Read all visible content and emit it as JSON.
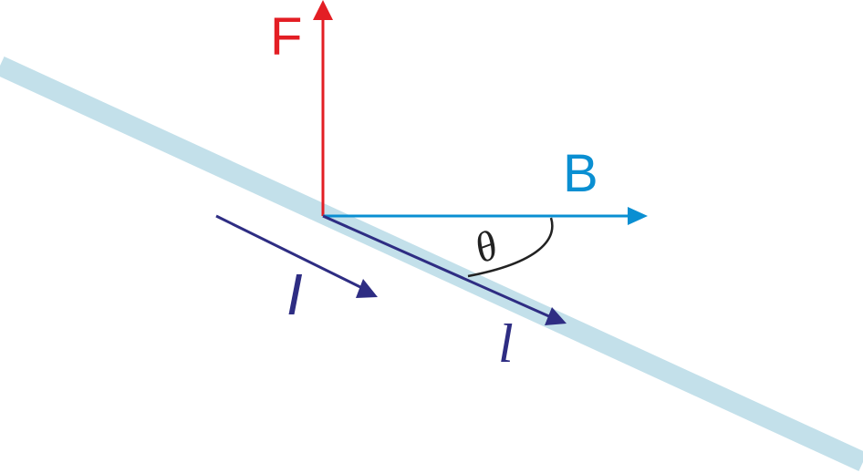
{
  "labels": {
    "force": "F",
    "field": "B",
    "current": "I",
    "length": "l",
    "angle": "θ"
  },
  "colors": {
    "wire": "#c3e0ea",
    "force": "#e31e24",
    "field": "#0a8fd2",
    "current": "#2e2d83",
    "angle_arc": "#222222"
  }
}
